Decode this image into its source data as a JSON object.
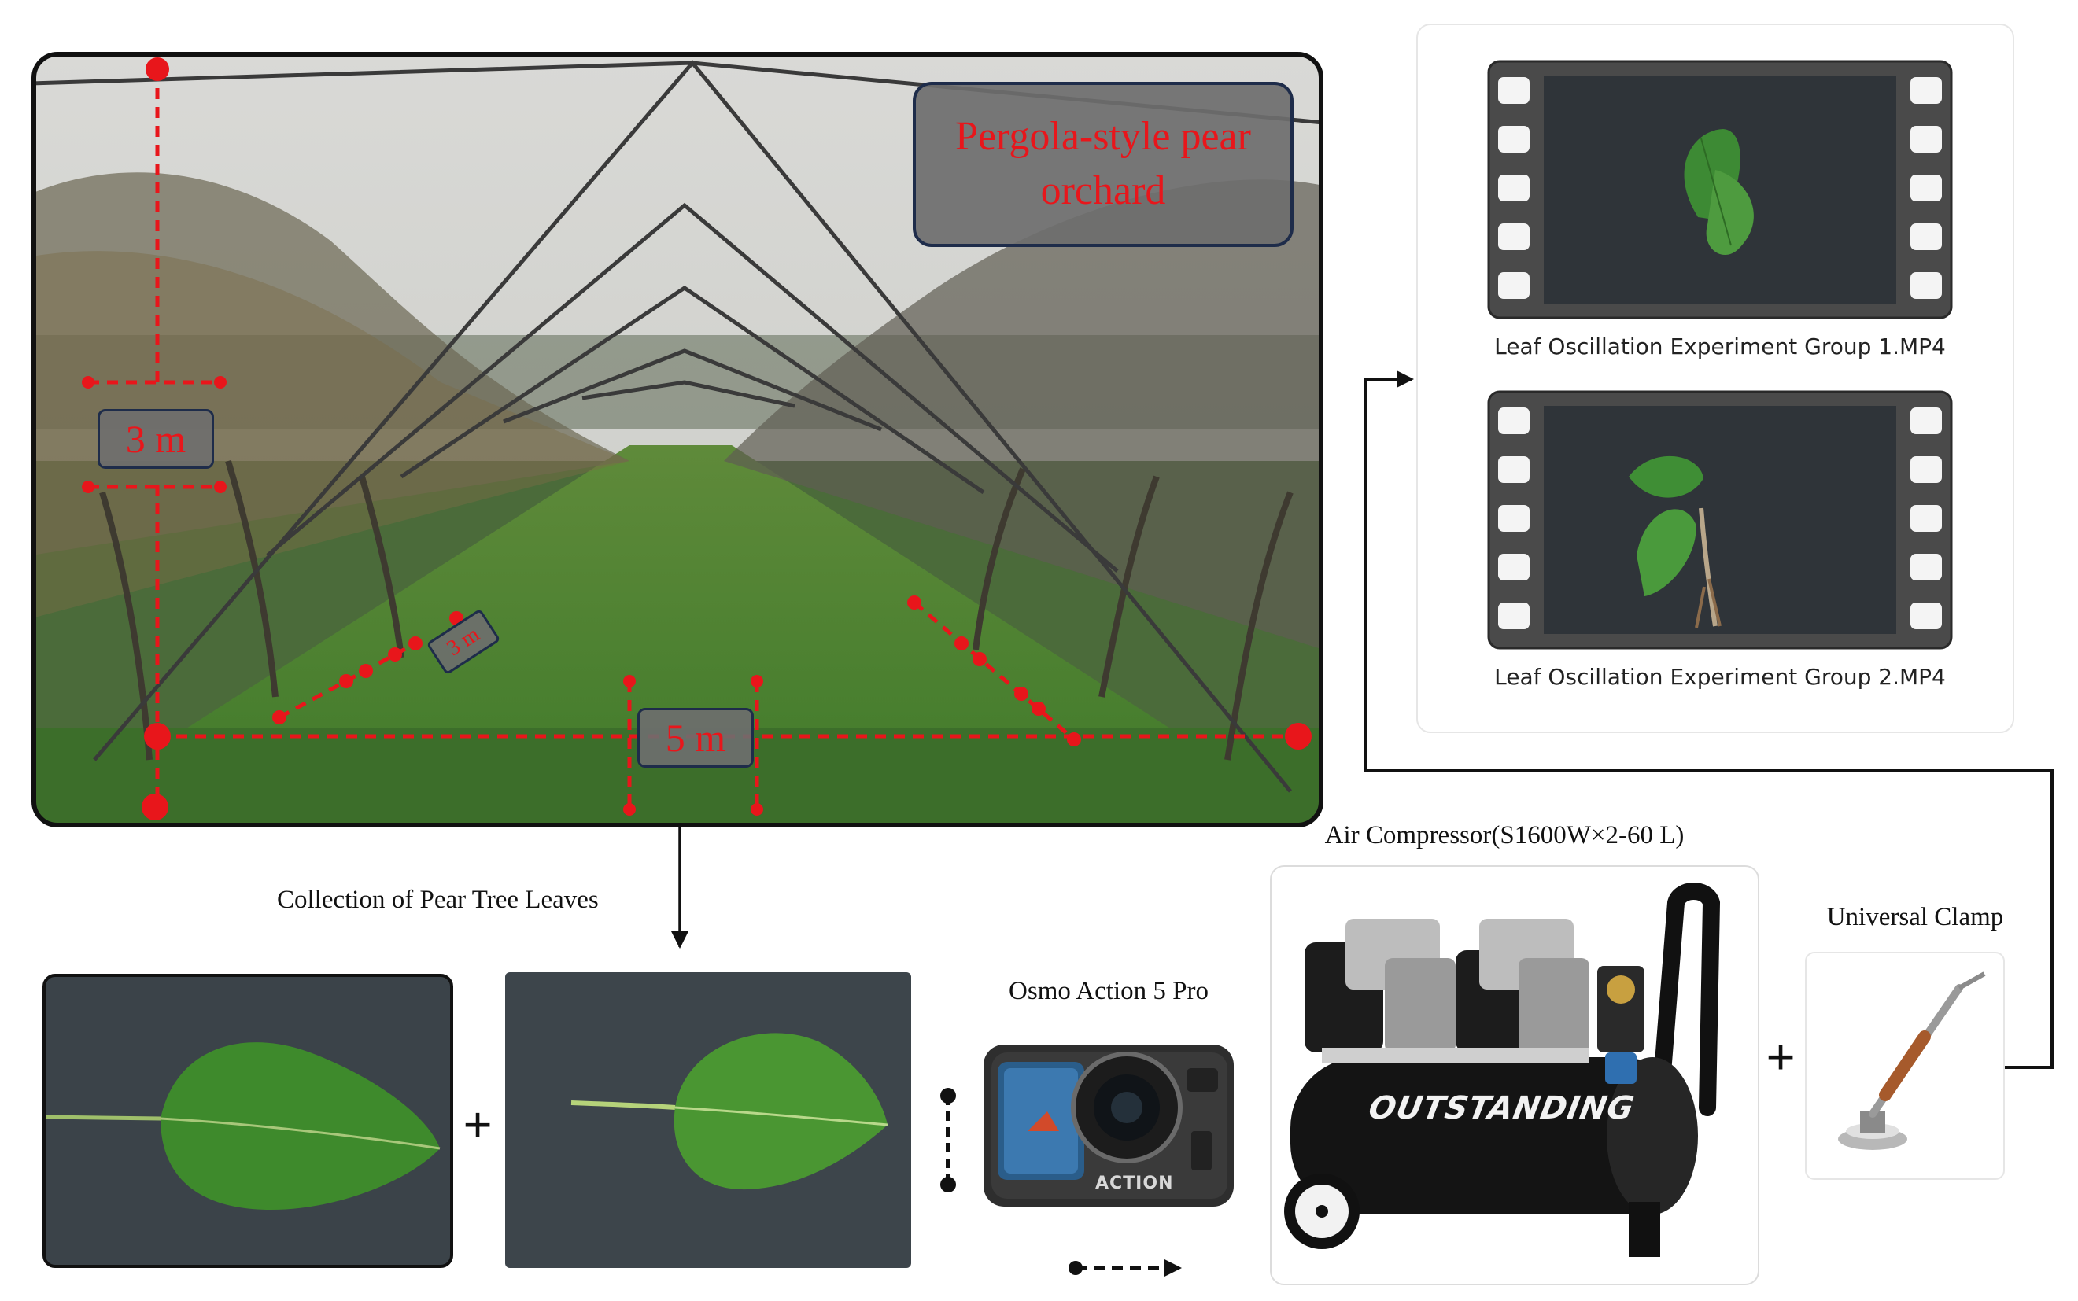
{
  "orchard": {
    "title": "Pergola-style pear orchard",
    "height_label": "3 m",
    "spacing_label": "3 m",
    "width_label": "5 m"
  },
  "flow": {
    "collection_label": "Collection of Pear Tree Leaves",
    "plus": "+"
  },
  "videos": [
    {
      "label": "Leaf Oscillation Experiment Group 1.MP4"
    },
    {
      "label": "Leaf Oscillation Experiment Group 2.MP4"
    }
  ],
  "equipment": {
    "camera_label": "Osmo Action 5 Pro",
    "camera_brand": "ACTION",
    "compressor_label": "Air Compressor(S1600W×2-60 L)",
    "compressor_brand": "OUTSTANDING",
    "clamp_label": "Universal Clamp"
  },
  "colors": {
    "annotation_red": "#e8161b",
    "label_box": "#6b6b6b",
    "arrow": "#111111"
  }
}
